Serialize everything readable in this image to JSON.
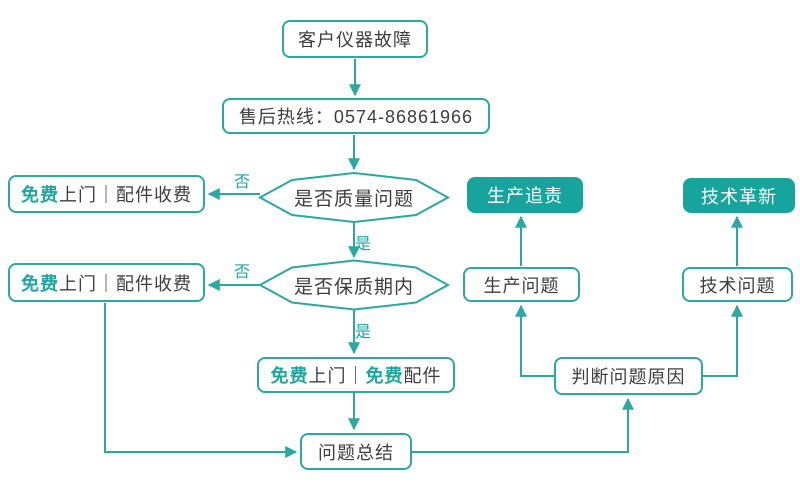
{
  "palette": {
    "teal_line": "#2aa8a1",
    "teal_fill": "#17a49d",
    "teal_text": "#1ea69f",
    "dark_text": "#3e3e3e",
    "background": "#ffffff"
  },
  "nodes": {
    "customer_fault": {
      "label": "客户仪器故障"
    },
    "hotline": {
      "label": "售后热线：0574-86861966"
    },
    "decision_quality": {
      "label": "是否质量问题"
    },
    "decision_warranty": {
      "label": "是否保质期内"
    },
    "free_visit_paid_parts_top": {
      "parts": [
        {
          "text": "免费",
          "accent": true
        },
        {
          "text": "上门｜配件收费",
          "accent": false
        }
      ]
    },
    "free_visit_paid_parts_bottom": {
      "parts": [
        {
          "text": "免费",
          "accent": true
        },
        {
          "text": "上门｜配件收费",
          "accent": false
        }
      ]
    },
    "free_visit_free_parts": {
      "parts": [
        {
          "text": "免费",
          "accent": true
        },
        {
          "text": "上门｜",
          "accent": false
        },
        {
          "text": "免费",
          "accent": true
        },
        {
          "text": "配件",
          "accent": false
        }
      ]
    },
    "problem_summary": {
      "label": "问题总结"
    },
    "production_accountability": {
      "label": "生产追责"
    },
    "production_issue": {
      "label": "生产问题"
    },
    "tech_innovation": {
      "label": "技术革新"
    },
    "tech_issue": {
      "label": "技术问题"
    },
    "judge_cause": {
      "label": "判断问题原因"
    }
  },
  "edge_labels": {
    "quality_no": "否",
    "quality_yes": "是",
    "warranty_no": "否",
    "warranty_yes": "是"
  }
}
